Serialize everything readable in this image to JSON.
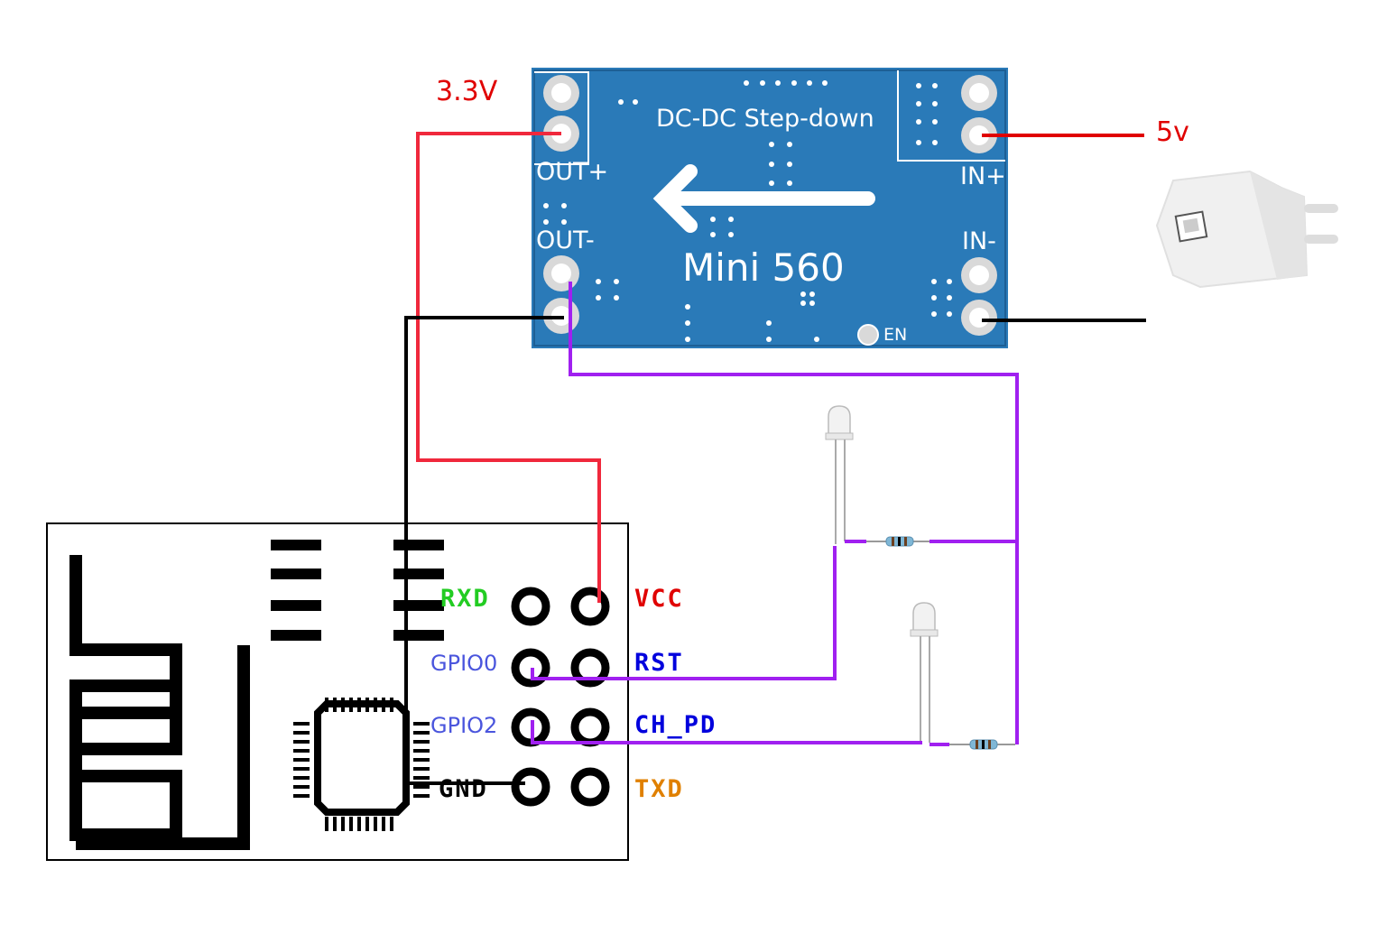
{
  "labels": {
    "out_voltage": "3.3V",
    "in_voltage": "5v"
  },
  "converter": {
    "title": "DC-DC Step-down",
    "model": "Mini 560",
    "out_plus": "OUT+",
    "out_minus": "OUT-",
    "in_plus": "IN+",
    "in_minus": "IN-",
    "enable": "EN"
  },
  "esp_module": {
    "pins": {
      "rxd": "RXD",
      "vcc": "VCC",
      "gpio0": "GPIO0",
      "rst": "RST",
      "gpio2": "GPIO2",
      "ch_pd": "CH_PD",
      "gnd": "GND",
      "txd": "TXD"
    }
  },
  "colors": {
    "power_wire": "#f0283c",
    "ground_wire": "#000000",
    "signal_wire": "#a020f0",
    "input_wire": "#e00000",
    "pcb_blue": "#2a7ab8",
    "rxd": "#22cc22",
    "vcc": "#e00000",
    "gpio": "#4a55dd",
    "rst": "#0000dd",
    "txd": "#e08000"
  }
}
